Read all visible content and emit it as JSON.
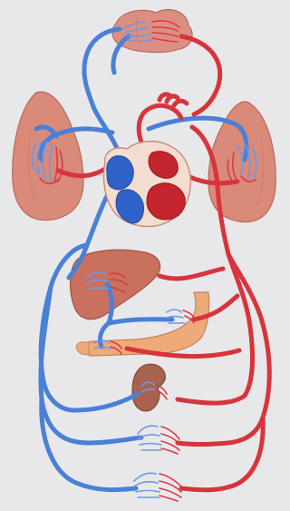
{
  "colors": {
    "background": "#e8e8ea",
    "deoxygenated_vessel": "#4a80d6",
    "oxygenated_vessel": "#d8343c",
    "lung_tissue": "#d98a78",
    "brain_tissue": "#dc8f80",
    "liver_tissue": "#c9705f",
    "stomach_tissue": "#eeaa78",
    "kidney_tissue": "#a86350"
  },
  "structures": [
    "brain",
    "left-lung",
    "right-lung",
    "heart",
    "aorta",
    "liver",
    "stomach-intestine",
    "kidney",
    "trunk-capillaries",
    "lower-limb-capillaries"
  ]
}
